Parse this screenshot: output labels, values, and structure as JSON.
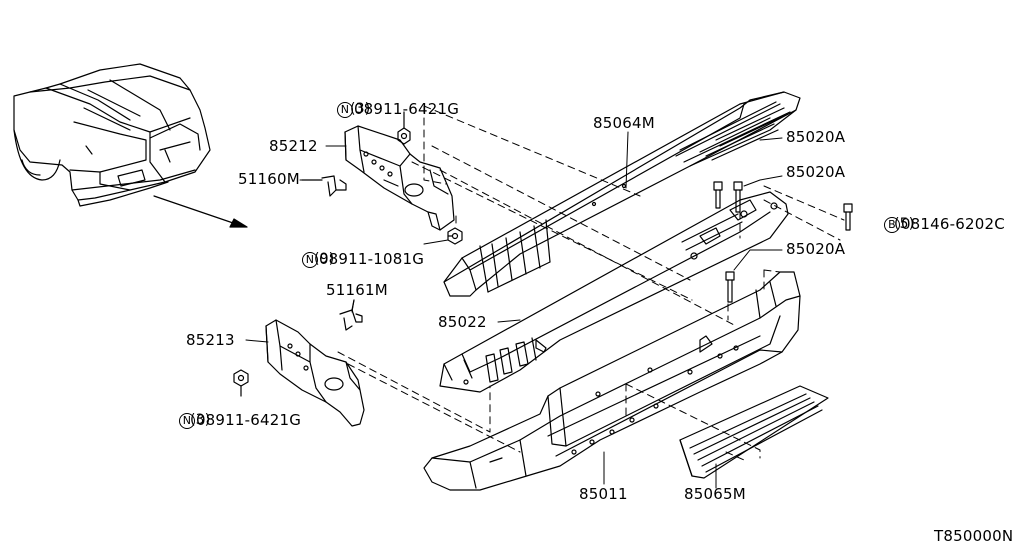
{
  "parts": {
    "nut_08911_6421g_top": {
      "marker": "N",
      "number": "08911-6421G",
      "qty": "(3)"
    },
    "bracket_85212": {
      "number": "85212"
    },
    "clip_51160m": {
      "number": "51160M"
    },
    "nut_08911_1081g": {
      "marker": "N",
      "number": "08911-1081G",
      "qty": "(9)"
    },
    "clip_51161m": {
      "number": "51161M"
    },
    "bracket_85213": {
      "number": "85213"
    },
    "nut_08911_6421g_bottom": {
      "marker": "N",
      "number": "08911-6421G",
      "qty": "(3)"
    },
    "step_pad_85064m": {
      "number": "85064M"
    },
    "bolt_85020a_1": {
      "number": "85020A"
    },
    "bolt_85020a_2": {
      "number": "85020A"
    },
    "bolt_85020a_3": {
      "number": "85020A"
    },
    "bolt_08146_6202c": {
      "marker": "B",
      "number": "08146-6202C",
      "qty": "(5)"
    },
    "reinforcement_85022": {
      "number": "85022"
    },
    "bumper_85011": {
      "number": "85011"
    },
    "step_pad_85065m": {
      "number": "85065M"
    }
  },
  "figure_code": "T850000N"
}
